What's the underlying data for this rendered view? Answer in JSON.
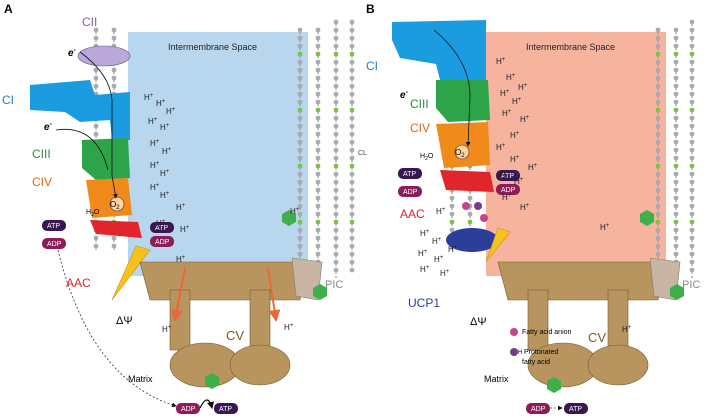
{
  "panels": [
    {
      "letter": "A",
      "ims_label": "Intermembrane Space",
      "complexes": {
        "ci": "CI",
        "cii": "CII",
        "ciii": "CIII",
        "civ": "CIV",
        "cv": "CV",
        "aac": "AAC",
        "pic": "PIC"
      },
      "electron": "e",
      "electron_sup": "-",
      "o2": "O",
      "o2_sub": "2",
      "h2o": "H",
      "h2o_sub": "2",
      "h2o_tail": "O",
      "potential": "ΔΨ",
      "matrix": "Matrix",
      "cl": "CL",
      "atp": "ATP",
      "adp": "ADP",
      "pi": "Pi",
      "proton": "H",
      "proton_sup": "+"
    },
    {
      "letter": "B",
      "ims_label": "Intermembrane Space",
      "complexes": {
        "ci": "CI",
        "ciii": "CIII",
        "civ": "CIV",
        "cv": "CV",
        "aac": "AAC",
        "pic": "PIC",
        "ucp1": "UCP1"
      },
      "electron": "e",
      "electron_sup": "-",
      "o2": "O",
      "o2_sub": "2",
      "h2o": "H",
      "h2o_sub": "2",
      "h2o_tail": "O",
      "potential": "ΔΨ",
      "matrix": "Matrix",
      "atp": "ATP",
      "adp": "ADP",
      "pi": "Pi",
      "proton": "H",
      "proton_sup": "+",
      "legend": {
        "anion": "Fatty acid anion",
        "protonated_h": "H",
        "protonated": "Protonated",
        "protonated_2": "fatty acid"
      }
    }
  ],
  "colors": {
    "ims_a": "#b8d7ee",
    "ims_b": "#f6b39e",
    "ci": "#1b9be0",
    "cii": "#b9a8d8",
    "ciii": "#2ea44a",
    "civ": "#f08a1a",
    "cv": "#b8945e",
    "aac": "#e0262b",
    "ucp1": "#2a3e9a",
    "potential": "#f8c21c",
    "atp": "#3a1750",
    "adp": "#8c1d58",
    "pi": "#3db04b",
    "lipid_head": "#a8acb2",
    "cardiolipin": "#7dc242",
    "pic": "#c8b5a4",
    "label_ci": "#1b7fc4",
    "label_ciii": "#2a8a3a",
    "label_civ": "#e06a12",
    "label_aac": "#d6282e",
    "label_cv": "#7a5a2e",
    "label_ucp1": "#2a3e9a",
    "label_cii": "#7c5aa8"
  }
}
